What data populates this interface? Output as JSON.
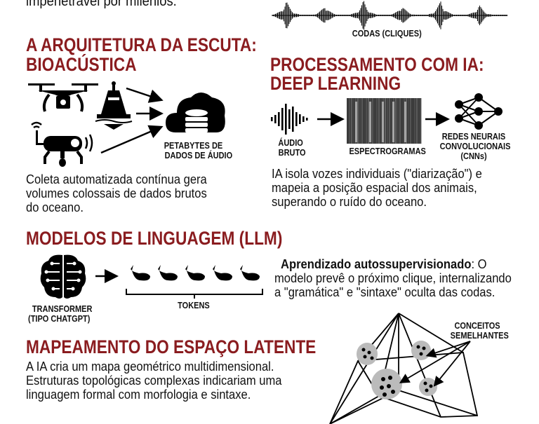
{
  "intro": {
    "text_tail": "impenetrável por milênios."
  },
  "codas": {
    "label": "CODAS (CLIQUES)"
  },
  "bioacoustics": {
    "title_line1": "A ARQUITETURA DA ESCUTA:",
    "title_line2": "BIOACÚSTICA",
    "cloud_label_line1": "PETABYTES DE",
    "cloud_label_line2": "DADOS DE ÁUDIO",
    "body_lines": [
      "Coleta automatizada contínua gera",
      "volumes colossais de dados brutos",
      "do oceano."
    ],
    "icons": [
      "drone-icon",
      "buoy-icon",
      "underwater-robot-icon",
      "cloud-database-icon"
    ]
  },
  "deep_learning": {
    "title_line1": "PROCESSAMENTO COM IA:",
    "title_line2": "DEEP LEARNING",
    "raw_audio_line1": "ÁUDIO",
    "raw_audio_line2": "BRUTO",
    "spectrogram_label": "ESPECTROGRAMAS",
    "cnn_line1": "REDES NEURAIS",
    "cnn_line2": "CONVOLUCIONAIS",
    "cnn_line3": "(CNNs)",
    "body_lines": [
      "IA isola vozes individuais (\"diarização\") e",
      "mapeia a posição espacial dos animais,",
      "superando o ruído do oceano."
    ]
  },
  "llm": {
    "title": "MODELOS DE LINGUAGEM (LLM)",
    "transformer_line1": "TRANSFORMER",
    "transformer_line2": "(TIPO CHATGPT)",
    "tokens_label": "TOKENS",
    "bold_term": "Aprendizado autossupervisionado",
    "line1_rest": ": O",
    "line2": "modelo prevê o próximo clique, internalizando",
    "line3": "a \"gramática\" e \"sintaxe\" oculta das codas."
  },
  "latent": {
    "title": "MAPEAMENTO DO ESPAÇO LATENTE",
    "body_lines": [
      "A IA cria um mapa geométrico multidimensional.",
      "Estruturas topológicas complexas indicariam uma",
      "linguagem formal com morfologia e sintaxe."
    ],
    "concepts_line1": "CONCEITOS",
    "concepts_line2": "SEMELHANTES"
  },
  "colors": {
    "heading": "#8a1c1f",
    "text": "#111111",
    "background": "#ffffff"
  }
}
